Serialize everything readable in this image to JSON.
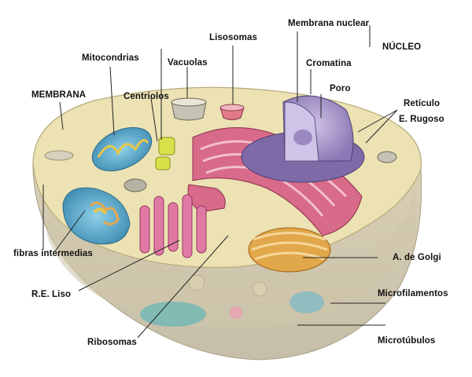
{
  "labels": {
    "membrana": "MEMBRANA",
    "mitocondrias": "Mitocondrias",
    "centriolos": "Centriolos",
    "vacuolas": "Vacuolas",
    "lisosomas": "Lisosomas",
    "membrana_nuclear": "Membrana nuclear",
    "nucleo": "NÚCLEO",
    "cromatina": "Cromatina",
    "poro": "Poro",
    "reticulo": "Retículo",
    "e_rugoso": "E. Rugoso",
    "fibras_intermedias": "fibras intermedias",
    "golgi": "A. de Golgi",
    "re_liso": "R.E. Liso",
    "microfilamentos": "Microfilamentos",
    "ribosomas": "Ribosomas",
    "microtubulos": "Microtúbulos"
  },
  "colors": {
    "cytoplasm": "#ece2b4",
    "cell_body": "#d8cfb4",
    "nucleus": "#a896c8",
    "rough_er": "#d86a8a",
    "golgi": "#e0a84a",
    "mitochondria": "#5fa8c8",
    "centriole": "#d8e04a"
  }
}
